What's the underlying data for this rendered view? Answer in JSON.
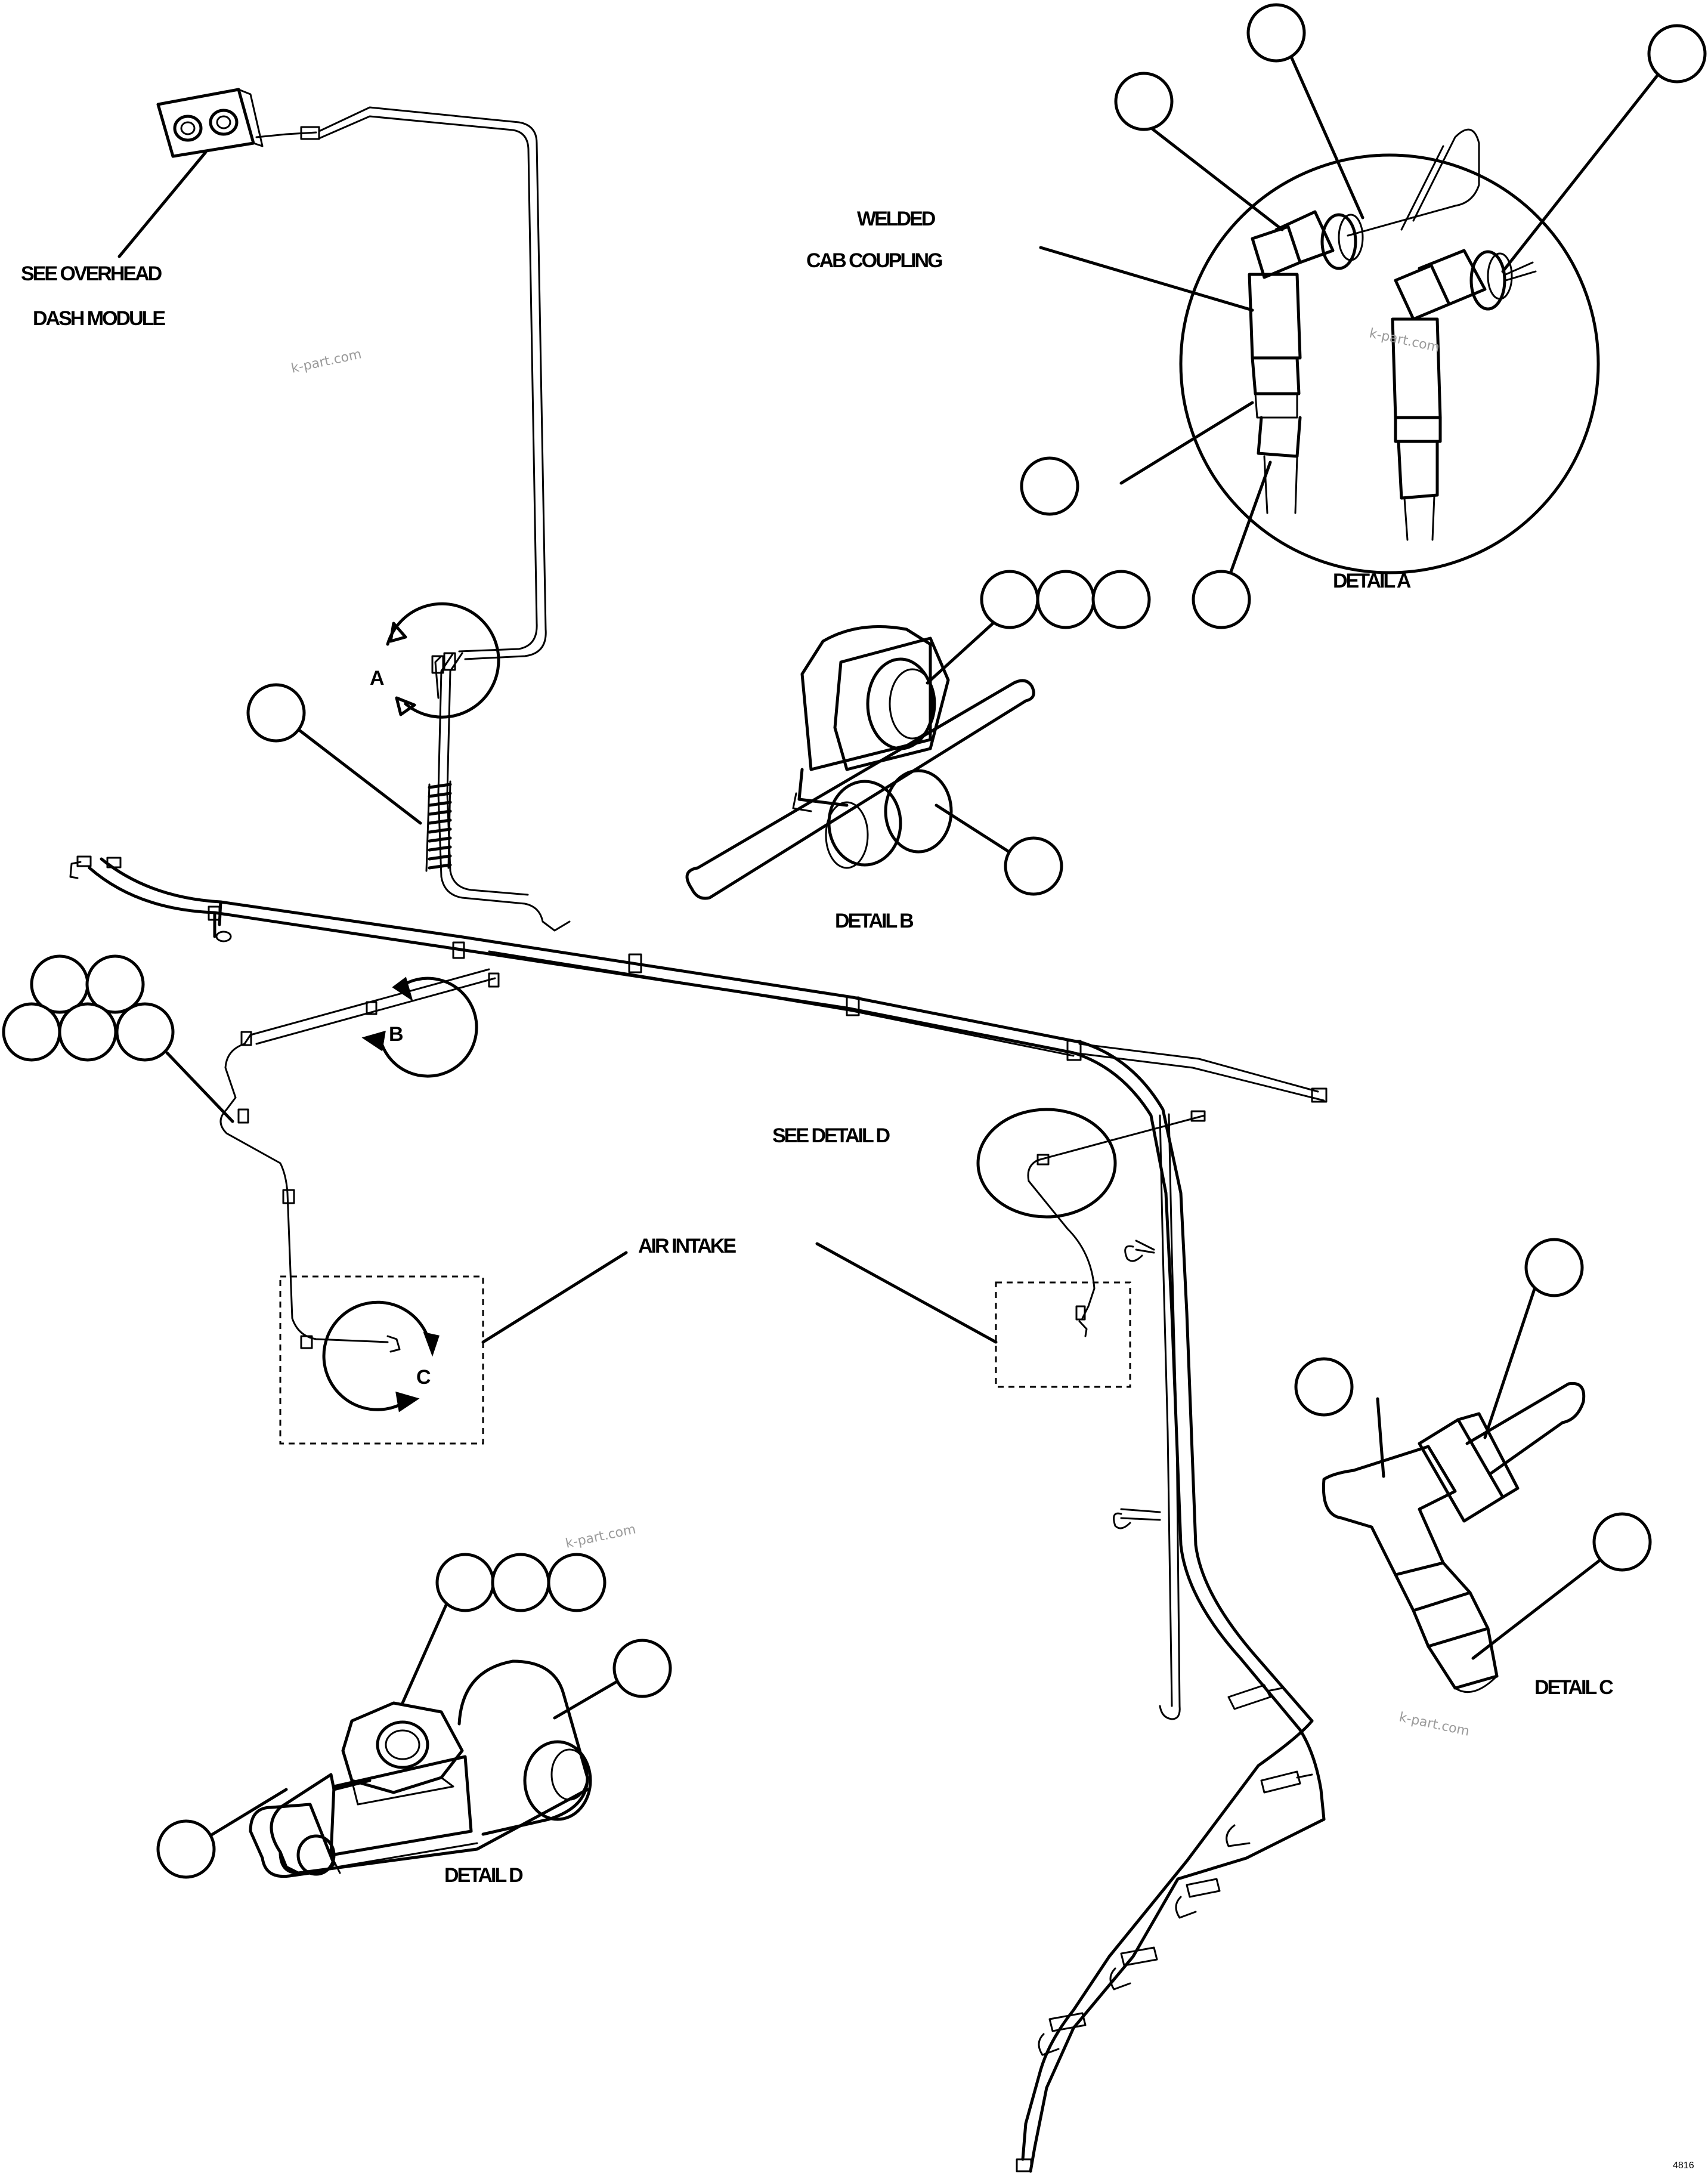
{
  "labels": {
    "see_overhead_line1": "SEE OVERHEAD",
    "see_overhead_line2": "DASH MODULE",
    "welded_line1": "WELDED",
    "welded_line2": "CAB COUPLING",
    "detail_a": "DETAIL A",
    "detail_b": "DETAIL B",
    "detail_c": "DETAIL C",
    "detail_d": "DETAIL D",
    "see_detail_d": "SEE DETAIL D",
    "air_intake": "AIR INTAKE",
    "marker_a": "A",
    "marker_b": "B",
    "marker_c": "C",
    "figure_number": "4816"
  },
  "watermarks": [
    "k-part.com",
    "k-part.com",
    "k-part.com",
    "k-part.com"
  ]
}
